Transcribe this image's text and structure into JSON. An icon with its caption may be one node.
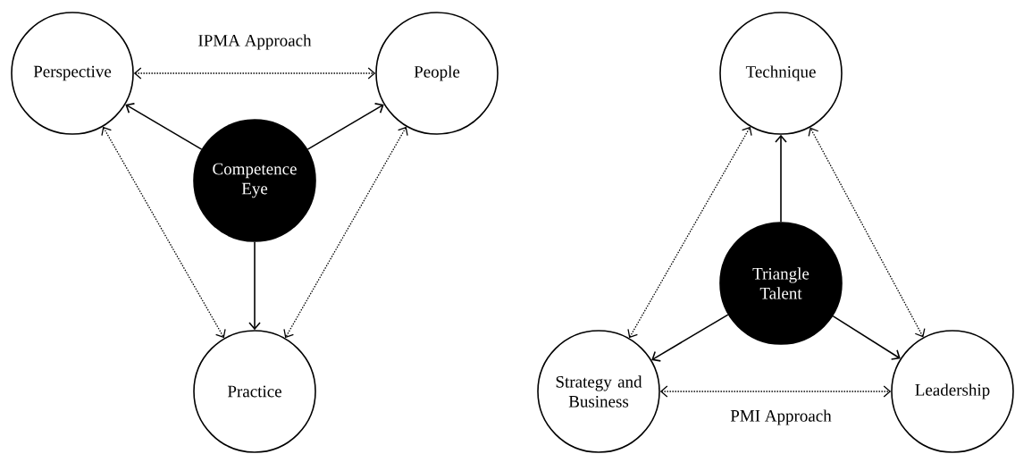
{
  "diagram": {
    "nodes": [
      {
        "text": [
          "Perspective"
        ]
      },
      {
        "text": [
          "People"
        ]
      },
      {
        "text": [
          "Competence Eye"
        ]
      },
      {
        "text": [
          "Practice"
        ]
      },
      {
        "text": [
          "Technique"
        ]
      },
      {
        "text": [
          "Triangle Talent"
        ]
      },
      {
        "text": [
          "Strategy and Business"
        ]
      },
      {
        "text": [
          "Leadership"
        ]
      }
    ],
    "edges": [
      {
        "from": 0,
        "to": 1,
        "arrow": "both",
        "style": "dashed"
      },
      {
        "from": 2,
        "to": 0,
        "arrow": "to"
      },
      {
        "from": 2,
        "to": 1,
        "arrow": "to"
      },
      {
        "from": 0,
        "to": 3,
        "arrow": "both",
        "style": "dashed"
      },
      {
        "from": 2,
        "to": 3,
        "arrow": "to"
      },
      {
        "from": 1,
        "to": 3,
        "arrow": "both",
        "style": "dashed"
      },
      {
        "from": 5,
        "to": 4,
        "arrow": "to"
      },
      {
        "from": 6,
        "to": 4,
        "arrow": "both",
        "style": "dashed"
      },
      {
        "from": 7,
        "to": 4,
        "arrow": "both",
        "style": "dashed"
      },
      {
        "from": 5,
        "to": 6,
        "arrow": "to"
      },
      {
        "from": 5,
        "to": 7,
        "arrow": "to"
      },
      {
        "from": 6,
        "to": 7,
        "arrow": "both",
        "style": "dashed"
      }
    ],
    "labels": [
      "IPMA Approach",
      "PMI Approach"
    ]
  }
}
